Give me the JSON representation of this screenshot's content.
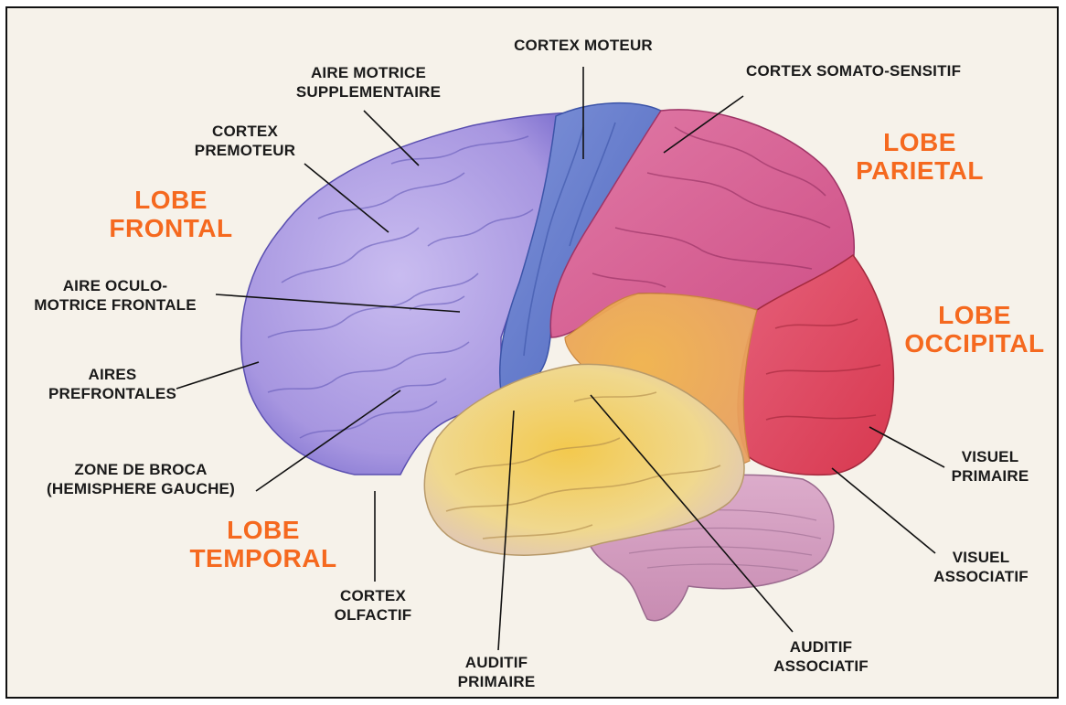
{
  "lobes": {
    "frontal": [
      "LOBE",
      "FRONTAL"
    ],
    "parietal": [
      "LOBE",
      "PARIETAL"
    ],
    "occipital": [
      "LOBE",
      "OCCIPITAL"
    ],
    "temporal": [
      "LOBE",
      "TEMPORAL"
    ]
  },
  "labels": {
    "cortex_moteur": [
      "CORTEX MOTEUR"
    ],
    "aire_motrice": [
      "AIRE MOTRICE",
      "SUPPLEMENTAIRE"
    ],
    "cortex_somato": [
      "CORTEX SOMATO-SENSITIF"
    ],
    "cortex_premoteur": [
      "CORTEX",
      "PREMOTEUR"
    ],
    "aire_oculo": [
      "AIRE OCULO-",
      "MOTRICE FRONTALE"
    ],
    "aires_prefrontales": [
      "AIRES",
      "PREFRONTALES"
    ],
    "zone_broca": [
      "ZONE DE BROCA",
      "(HEMISPHERE GAUCHE)"
    ],
    "cortex_olfactif": [
      "CORTEX",
      "OLFACTIF"
    ],
    "auditif_primaire": [
      "AUDITIF",
      "PRIMAIRE"
    ],
    "auditif_associatif": [
      "AUDITIF",
      "ASSOCIATIF"
    ],
    "visuel_associatif": [
      "VISUEL",
      "ASSOCIATIF"
    ],
    "visuel_primaire": [
      "VISUEL",
      "PRIMAIRE"
    ]
  },
  "colors": {
    "frontal": "#b6a6e6",
    "motor": "#5f78cc",
    "parietal": "#d8588a",
    "occipital": "#e24a60",
    "temporal": "#f0cf7a",
    "cerebellum": "#d6a0c2",
    "lobe_text": "#f5691f"
  }
}
